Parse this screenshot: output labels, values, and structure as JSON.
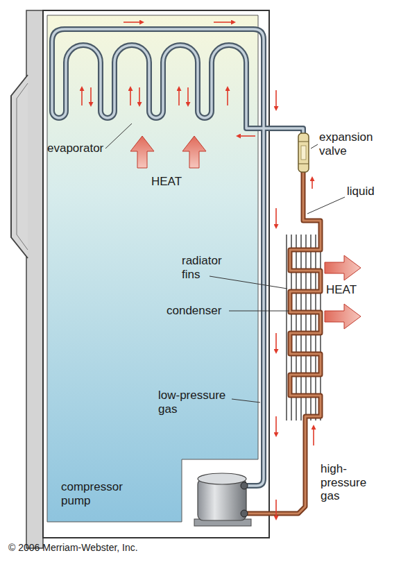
{
  "diagram": {
    "labels": [
      "evaporator",
      "HEAT",
      "expansion valve",
      "liquid",
      "radiator fins",
      "HEAT",
      "condenser",
      "low-pressure gas",
      "compressor pump",
      "high-pressure gas",
      "© 2006 Merriam-Webster, Inc."
    ]
  }
}
